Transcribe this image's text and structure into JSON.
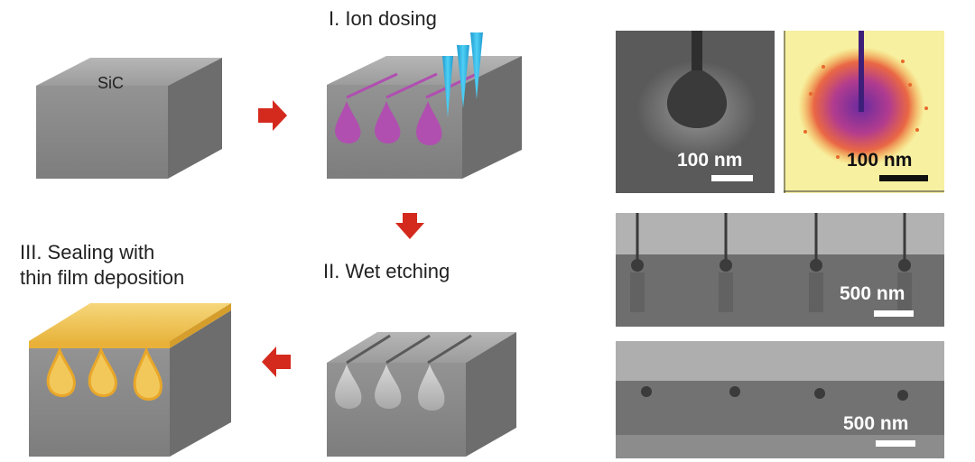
{
  "schematic": {
    "material_label": "SiC",
    "step1_label": "I. Ion dosing",
    "step2_label": "II. Wet etching",
    "step3_label_line1": "III. Sealing with",
    "step3_label_line2": "thin film deposition"
  },
  "micrographs": {
    "scale_1": "100 nm",
    "scale_2": "100 nm",
    "scale_3": "500 nm",
    "scale_4": "500 nm"
  },
  "colors": {
    "block_top": "#a9a9a9",
    "block_front": "#8a8a8a",
    "block_side": "#6f6f6f",
    "ion_beam": "#29b6e8",
    "dose_magenta": "#b04fb0",
    "arrow_red": "#d42a1e",
    "film_gold": "#f2c14e",
    "sim_background": "#f7f0a0"
  }
}
